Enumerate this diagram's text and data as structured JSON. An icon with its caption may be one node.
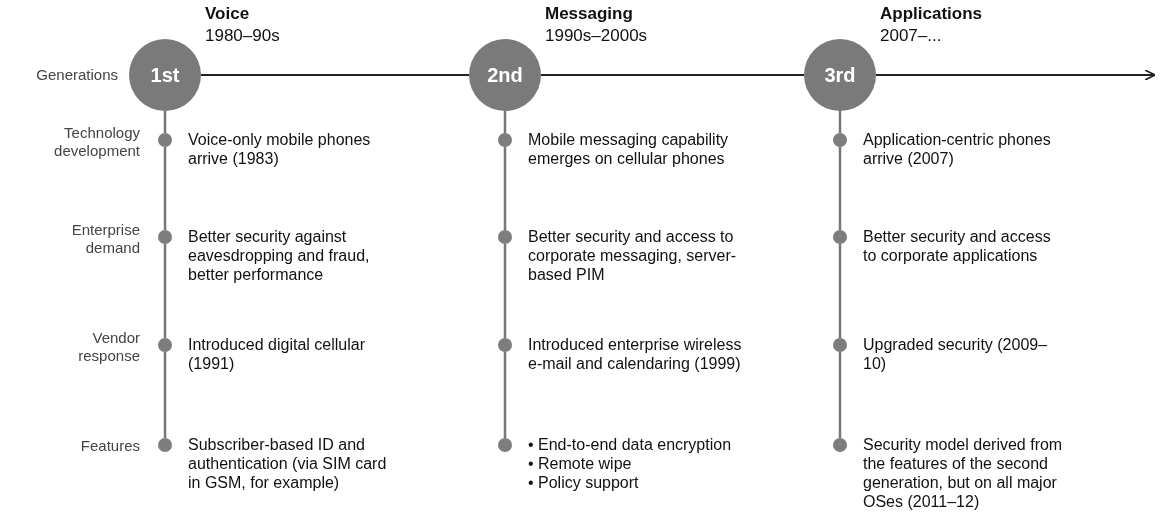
{
  "diagram": {
    "nodes": [
      {
        "text": [
          "1st"
        ],
        "beside": [
          "Voice",
          "1980–90s"
        ]
      },
      {
        "text": [],
        "shape": "circle",
        "beside": [
          "Voice-only mobile phones arrive (1983)"
        ]
      },
      {
        "text": [],
        "shape": "circle",
        "beside": [
          "Better security against eavesdropping and fraud, better performance"
        ]
      },
      {
        "text": [],
        "shape": "circle",
        "beside": [
          "Introduced digital cellular (1991)"
        ]
      },
      {
        "text": [],
        "shape": "circle",
        "beside": [
          "Subscriber-based ID and authentication (via SIM card in GSM, for example)"
        ]
      },
      {
        "text": [
          "2nd"
        ],
        "beside": [
          "Messaging",
          "1990s–2000s"
        ]
      },
      {
        "text": [],
        "shape": "circle",
        "beside": [
          "Mobile messaging capability emerges on cellular phones"
        ]
      },
      {
        "text": [],
        "shape": "circle",
        "beside": [
          "Better security and access to corporate messaging, server-based PIM"
        ]
      },
      {
        "text": [],
        "shape": "circle",
        "beside": [
          "Introduced enterprise wireless e-mail and calendaring (1999)"
        ]
      },
      {
        "text": [],
        "shape": "circle",
        "beside": [
          "• End-to-end data encryption",
          "• Remote wipe",
          "• Policy support"
        ]
      },
      {
        "text": [
          "3rd"
        ],
        "beside": [
          "Applications",
          "2007–..."
        ]
      },
      {
        "text": [],
        "shape": "circle",
        "beside": [
          "Application-centric phones arrive (2007)"
        ]
      },
      {
        "text": [],
        "shape": "circle",
        "beside": [
          "Better security and access to corporate applications"
        ]
      },
      {
        "text": [],
        "shape": "circle",
        "beside": [
          "Upgraded security (2009–10)"
        ]
      },
      {
        "text": [],
        "shape": "circle",
        "beside": [
          "Security model derived from the features of the second generation, but on all major OSes (2011–12)"
        ]
      }
    ],
    "edges": [
      {
        "from": 0,
        "to": 5,
        "arrow": "none"
      },
      {
        "from": 5,
        "to": 10,
        "arrow": "none"
      },
      {
        "from": 10,
        "to": null,
        "arrow": "to"
      },
      {
        "from": 0,
        "to": 1,
        "arrow": "none"
      },
      {
        "from": 1,
        "to": 2,
        "arrow": "none"
      },
      {
        "from": 2,
        "to": 3,
        "arrow": "none"
      },
      {
        "from": 3,
        "to": 4,
        "arrow": "none"
      },
      {
        "from": 5,
        "to": 6,
        "arrow": "none"
      },
      {
        "from": 6,
        "to": 7,
        "arrow": "none"
      },
      {
        "from": 7,
        "to": 8,
        "arrow": "none"
      },
      {
        "from": 8,
        "to": 9,
        "arrow": "none"
      },
      {
        "from": 10,
        "to": 11,
        "arrow": "none"
      },
      {
        "from": 11,
        "to": 12,
        "arrow": "none"
      },
      {
        "from": 12,
        "to": 13,
        "arrow": "none"
      },
      {
        "from": 13,
        "to": 14,
        "arrow": "none"
      }
    ],
    "labels": [
      "Generations",
      "Technology development",
      "Enterprise demand",
      "Vendor response",
      "Features"
    ]
  }
}
